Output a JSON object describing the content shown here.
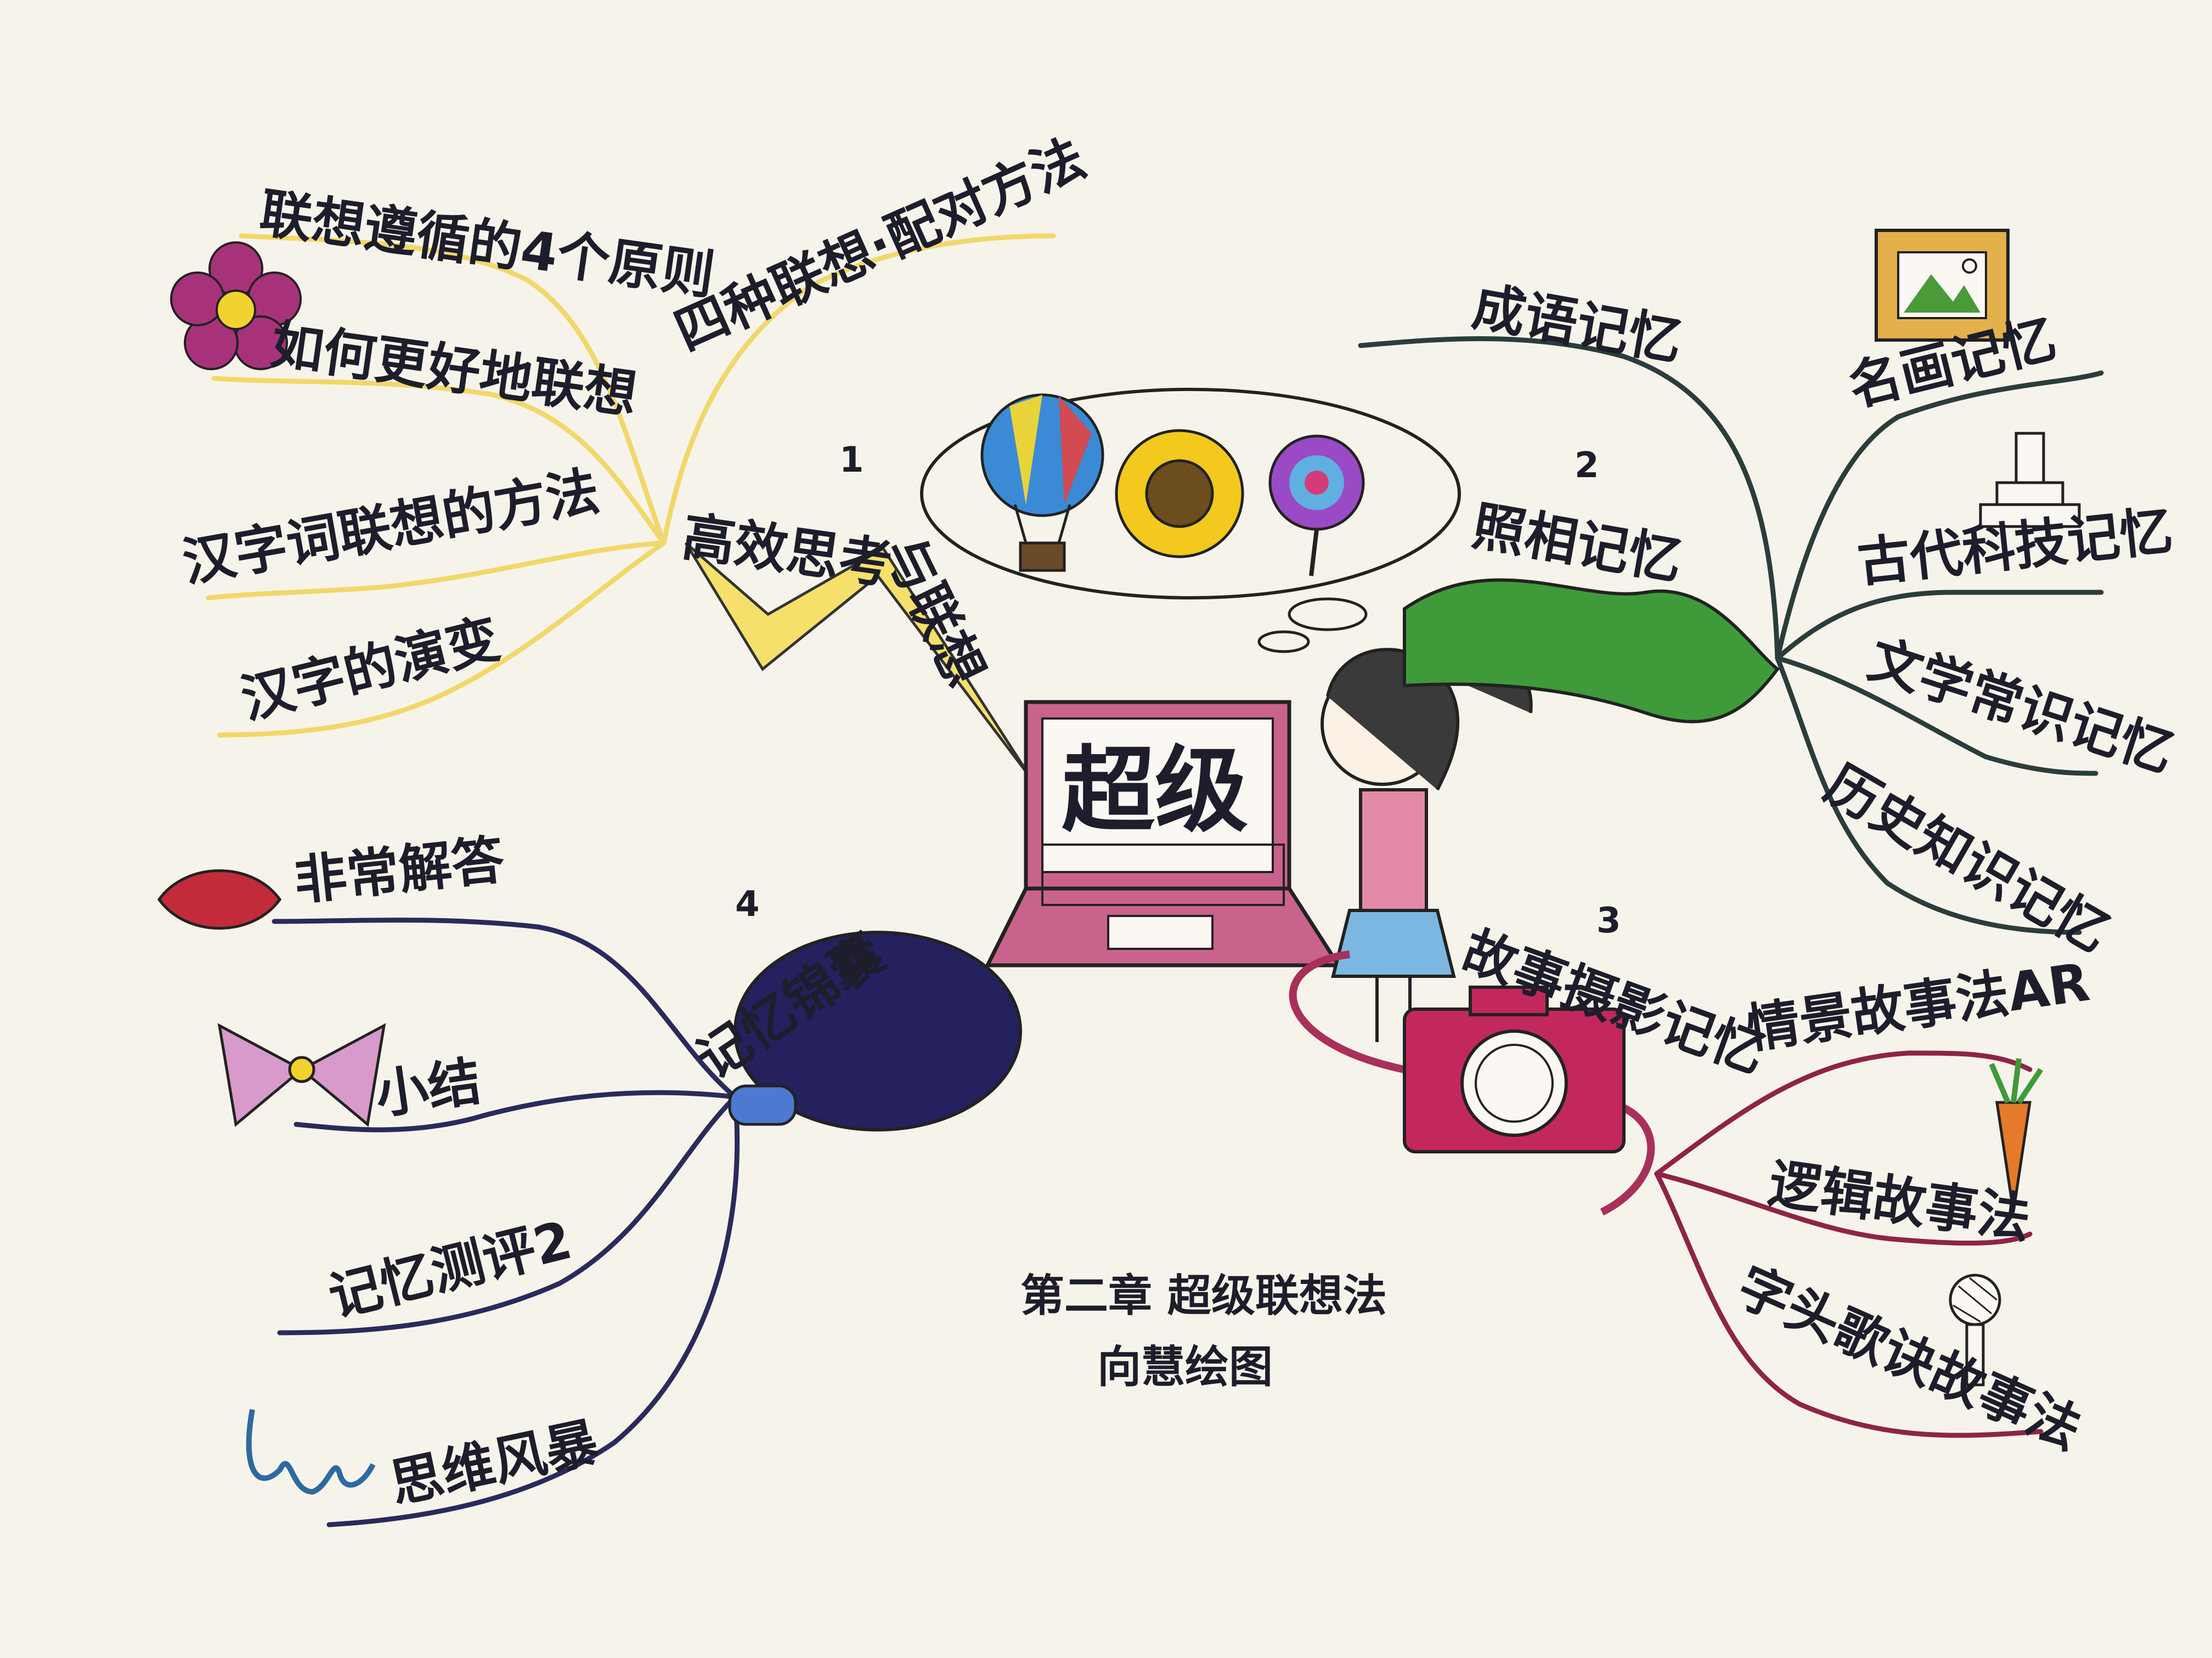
{
  "colors": {
    "paper": "#f6f4ea",
    "branch_1": "#f2d76a",
    "branch_2": "#2b3d3a",
    "branch_3": "#8e2446",
    "branch_4": "#2b2a5c",
    "laptop": "#c9638c",
    "film": "#3f9a3a",
    "camera": "#c2285e",
    "gourd": "#25205e"
  },
  "center": {
    "title": "超级"
  },
  "caption": {
    "line1": "第二章  超级联想法",
    "line2": "向慧绘图"
  },
  "branches": [
    {
      "number": "1",
      "title_part1": "高效思考",
      "title_part2": "与联想",
      "icon": "lightning-icon",
      "sub": [
        "联想遵循的4个原则",
        "如何更好地联想",
        "汉字词联想的方法",
        "汉字的演变",
        "四种联想·配对方法"
      ]
    },
    {
      "number": "2",
      "title": "照相记忆",
      "icon": "film-strip-icon",
      "sub": [
        "成语记忆",
        "名画记忆",
        "古代科技记忆",
        "文学常识记忆",
        "历史知识记忆"
      ]
    },
    {
      "number": "3",
      "title": "故事摄影记忆",
      "icon": "camera-icon",
      "sub": [
        "情景故事法AR",
        "逻辑故事法",
        "字头歌诀故事法"
      ]
    },
    {
      "number": "4",
      "title": "记忆锦囊",
      "icon": "pouch-icon",
      "sub": [
        "非常解答",
        "小结",
        "记忆测评2",
        "思维风暴"
      ]
    }
  ],
  "thought_bubble": {
    "icons": [
      "hot-air-balloon-icon",
      "sunflower-icon",
      "lollipop-icon"
    ]
  },
  "decor_icons": [
    "flower-icon",
    "lips-icon",
    "bow-icon",
    "scribble-icon",
    "framed-painting-icon",
    "telescope-icon",
    "carrot-icon",
    "microphone-icon",
    "girl-figure"
  ]
}
